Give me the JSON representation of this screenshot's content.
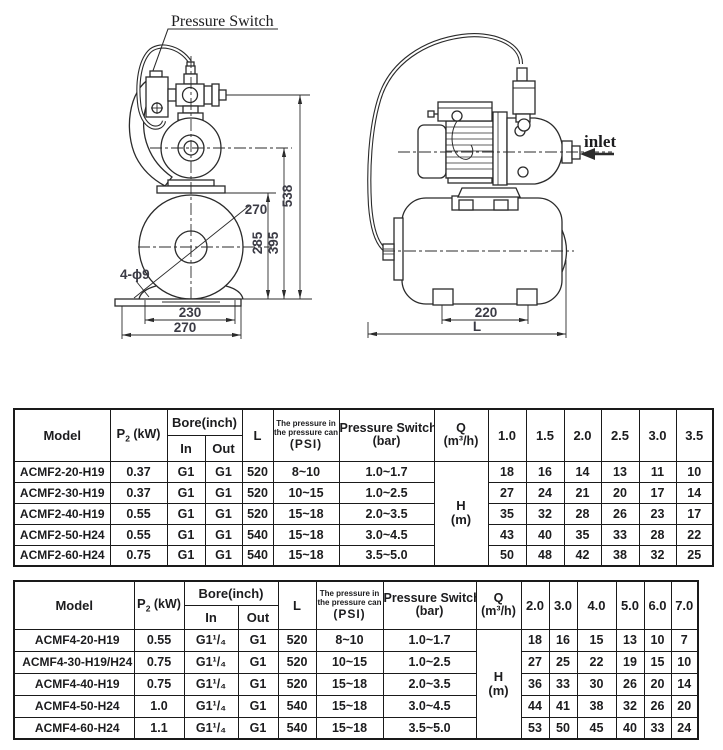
{
  "colors": {
    "ink": "#1c1c1e",
    "line": "#2b2b2b",
    "dim_text": "#3b3b45"
  },
  "figure": {
    "front_view": {
      "pressure_switch_label": "Pressure Switch",
      "holes_label": "4-ϕ9",
      "dim_total_height": "538",
      "dim_pump_axis_height": "395",
      "dim_tank_top_height": "285",
      "dim_tank_diameter": "270",
      "dim_bolt_spacing": "230",
      "dim_base_width": "270"
    },
    "side_view": {
      "inlet_label": "inlet",
      "dim_feet_spacing": "220",
      "dim_length": "L"
    }
  },
  "tables": [
    {
      "headers": {
        "model": "Model",
        "p2_base": "P",
        "p2_sub": "2",
        "p2_unit": " (kW)",
        "bore": "Bore(inch)",
        "bore_in": "In",
        "bore_out": "Out",
        "l": "L",
        "pressure_can_line1": "The pressure in",
        "pressure_can_line2": "the pressure can",
        "pressure_can_line3": "(PSI)",
        "switch_line1": "Pressure Switch",
        "switch_line2": "(bar)",
        "q": "Q",
        "q_unit": "(m³/h)",
        "h": "H",
        "h_unit": "(m)"
      },
      "q_values": [
        "1.0",
        "1.5",
        "2.0",
        "2.5",
        "3.0",
        "3.5"
      ],
      "rows": [
        {
          "model": "ACMF2-20-H19",
          "p2": "0.37",
          "in": "G1",
          "out": "G1",
          "l": "520",
          "psi": "8~10",
          "bar": "1.0~1.7",
          "h": [
            "18",
            "16",
            "14",
            "13",
            "11",
            "10"
          ]
        },
        {
          "model": "ACMF2-30-H19",
          "p2": "0.37",
          "in": "G1",
          "out": "G1",
          "l": "520",
          "psi": "10~15",
          "bar": "1.0~2.5",
          "h": [
            "27",
            "24",
            "21",
            "20",
            "17",
            "14"
          ]
        },
        {
          "model": "ACMF2-40-H19",
          "p2": "0.55",
          "in": "G1",
          "out": "G1",
          "l": "520",
          "psi": "15~18",
          "bar": "2.0~3.5",
          "h": [
            "35",
            "32",
            "28",
            "26",
            "23",
            "17"
          ]
        },
        {
          "model": "ACMF2-50-H24",
          "p2": "0.55",
          "in": "G1",
          "out": "G1",
          "l": "540",
          "psi": "15~18",
          "bar": "3.0~4.5",
          "h": [
            "43",
            "40",
            "35",
            "33",
            "28",
            "22"
          ]
        },
        {
          "model": "ACMF2-60-H24",
          "p2": "0.75",
          "in": "G1",
          "out": "G1",
          "l": "540",
          "psi": "15~18",
          "bar": "3.5~5.0",
          "h": [
            "50",
            "48",
            "42",
            "38",
            "32",
            "25"
          ]
        }
      ]
    },
    {
      "headers": {
        "model": "Model",
        "p2_base": "P",
        "p2_sub": "2",
        "p2_unit": " (kW)",
        "bore": "Bore(inch)",
        "bore_in": "In",
        "bore_out": "Out",
        "l": "L",
        "pressure_can_line1": "The pressure in",
        "pressure_can_line2": "the pressure can",
        "pressure_can_line3": "(PSI)",
        "switch_line1": "Pressure Switch",
        "switch_line2": "(bar)",
        "q": "Q",
        "q_unit": "(m³/h)",
        "h": "H",
        "h_unit": "(m)"
      },
      "q_values": [
        "2.0",
        "3.0",
        "4.0",
        "5.0",
        "6.0",
        "7.0"
      ],
      "rows": [
        {
          "model": "ACMF4-20-H19",
          "p2": "0.55",
          "in": "G1¹/₄",
          "out": "G1",
          "l": "520",
          "psi": "8~10",
          "bar": "1.0~1.7",
          "h": [
            "18",
            "16",
            "15",
            "13",
            "10",
            "7"
          ]
        },
        {
          "model": "ACMF4-30-H19/H24",
          "p2": "0.75",
          "in": "G1¹/₄",
          "out": "G1",
          "l": "520",
          "psi": "10~15",
          "bar": "1.0~2.5",
          "h": [
            "27",
            "25",
            "22",
            "19",
            "15",
            "10"
          ]
        },
        {
          "model": "ACMF4-40-H19",
          "p2": "0.75",
          "in": "G1¹/₄",
          "out": "G1",
          "l": "520",
          "psi": "15~18",
          "bar": "2.0~3.5",
          "h": [
            "36",
            "33",
            "30",
            "26",
            "20",
            "14"
          ]
        },
        {
          "model": "ACMF4-50-H24",
          "p2": "1.0",
          "in": "G1¹/₄",
          "out": "G1",
          "l": "540",
          "psi": "15~18",
          "bar": "3.0~4.5",
          "h": [
            "44",
            "41",
            "38",
            "32",
            "26",
            "20"
          ]
        },
        {
          "model": "ACMF4-60-H24",
          "p2": "1.1",
          "in": "G1¹/₄",
          "out": "G1",
          "l": "540",
          "psi": "15~18",
          "bar": "3.5~5.0",
          "h": [
            "53",
            "50",
            "45",
            "40",
            "33",
            "24"
          ]
        }
      ]
    }
  ]
}
